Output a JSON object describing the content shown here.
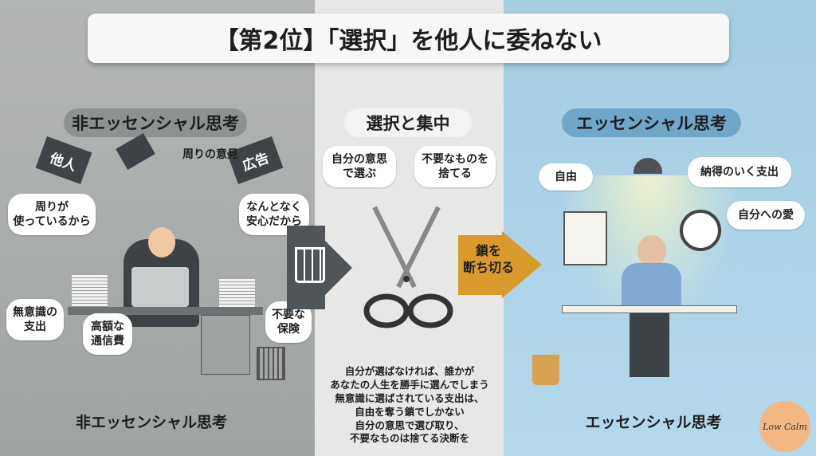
{
  "title": "【第2位】「選択」を他人に委ねない",
  "left": {
    "heading": "非エッセンシャル思考",
    "sleeve_left": "他人",
    "sleeve_right": "広告",
    "bubbles": [
      "周りの意見",
      "周りが\n使っているから",
      "なんとなく\n安心だから",
      "無意識の\n支出",
      "高額な\n通信費",
      "不要な\n保険"
    ],
    "bottom": "非エッセンシャル思考"
  },
  "middle": {
    "heading": "選択と集中",
    "bubbles": [
      "自分の意思\nで選ぶ",
      "不要なものを\n捨てる"
    ],
    "arrow_label": "鎖を\n断ち切る",
    "message": [
      "自分が選ばなければ、誰かが",
      "あなたの人生を勝手に選んでしまう",
      "無意識に選ばされている支出は、",
      "自由を奪う鎖でしかない",
      "自分の意思で選び取り、",
      "不要なものは捨てる決断を"
    ]
  },
  "right": {
    "heading": "エッセンシャル思考",
    "bubbles": [
      "自由",
      "納得のいく支出",
      "自分への愛"
    ],
    "bottom": "エッセンシャル思考"
  },
  "logo": "Low Calm",
  "colors": {
    "left_bg": "#a9acab",
    "mid_bg": "#e7e8e6",
    "right_bg": "#a8d0e4",
    "arrow_orange": "#d99a2b",
    "arrow_gray": "#505559"
  }
}
